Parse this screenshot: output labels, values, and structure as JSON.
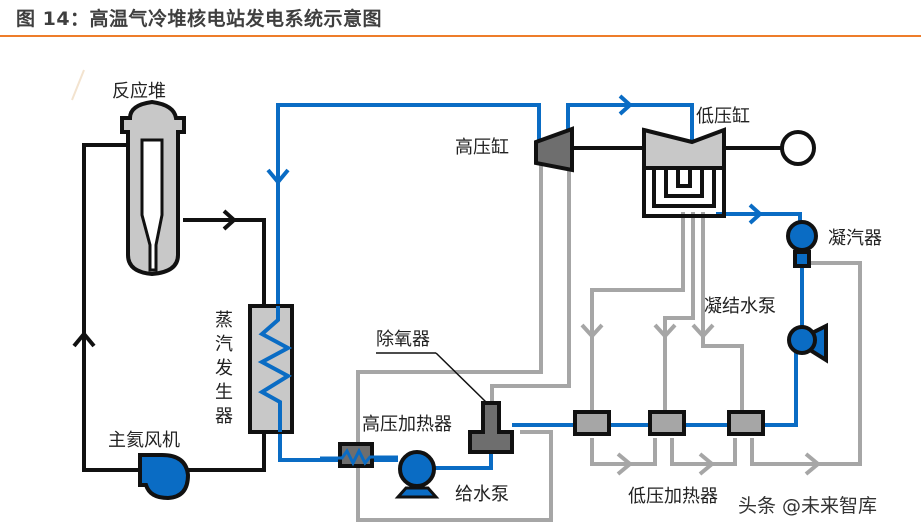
{
  "figure": {
    "title": "图 14：高温气冷堆核电站发电系统示意图",
    "accent_color": "#ee7d2a"
  },
  "colors": {
    "steam_water_loop": "#0a6cc4",
    "helium_loop": "#111111",
    "extraction_lines": "#a6a6a6",
    "component_fill_light": "#c8c8c8",
    "component_fill_dark": "#6e6e6e"
  },
  "labels": {
    "reactor": "反应堆",
    "steam_generator": [
      "蒸",
      "汽",
      "发",
      "生",
      "器"
    ],
    "helium_blower": "主氦风机",
    "hp_cylinder": "高压缸",
    "lp_cylinder": "低压缸",
    "condenser": "凝汽器",
    "condensate_pump": "凝结水泵",
    "deaerator": "除氧器",
    "hp_heater": "高压加热器",
    "feed_pump": "给水泵",
    "lp_heater": "低压加热器"
  },
  "watermark": "头条 @未来智库"
}
